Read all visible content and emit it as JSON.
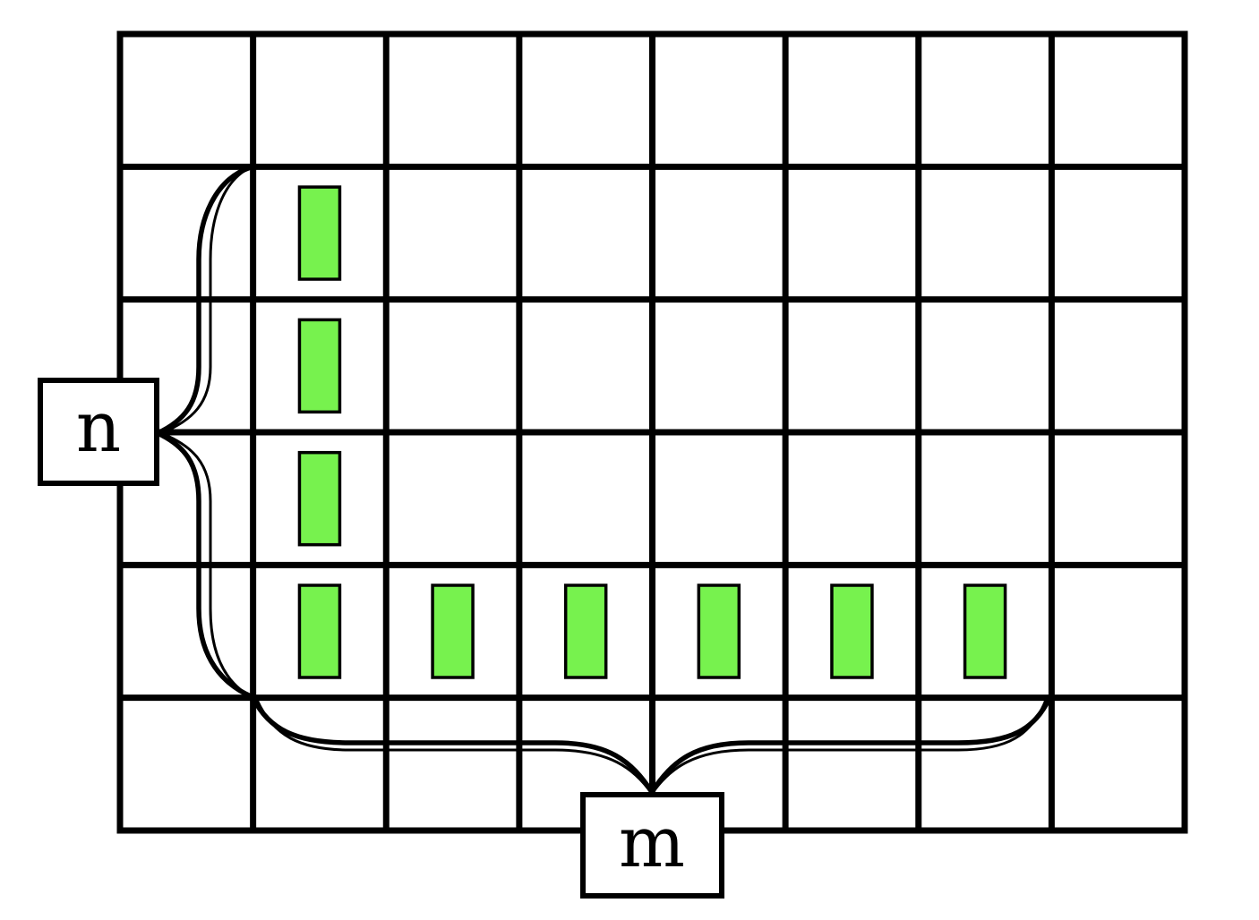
{
  "diagram": {
    "grid": {
      "columns": 8,
      "rows": 6
    },
    "highlighted_cells": [
      {
        "col": 1,
        "row": 1
      },
      {
        "col": 1,
        "row": 2
      },
      {
        "col": 1,
        "row": 3
      },
      {
        "col": 1,
        "row": 4
      },
      {
        "col": 2,
        "row": 4
      },
      {
        "col": 3,
        "row": 4
      },
      {
        "col": 4,
        "row": 4
      },
      {
        "col": 5,
        "row": 4
      },
      {
        "col": 6,
        "row": 4
      }
    ],
    "labels": {
      "n": "n",
      "m": "m"
    },
    "colors": {
      "line": "#000000",
      "highlight": "#77f24e",
      "background": "#ffffff"
    }
  }
}
